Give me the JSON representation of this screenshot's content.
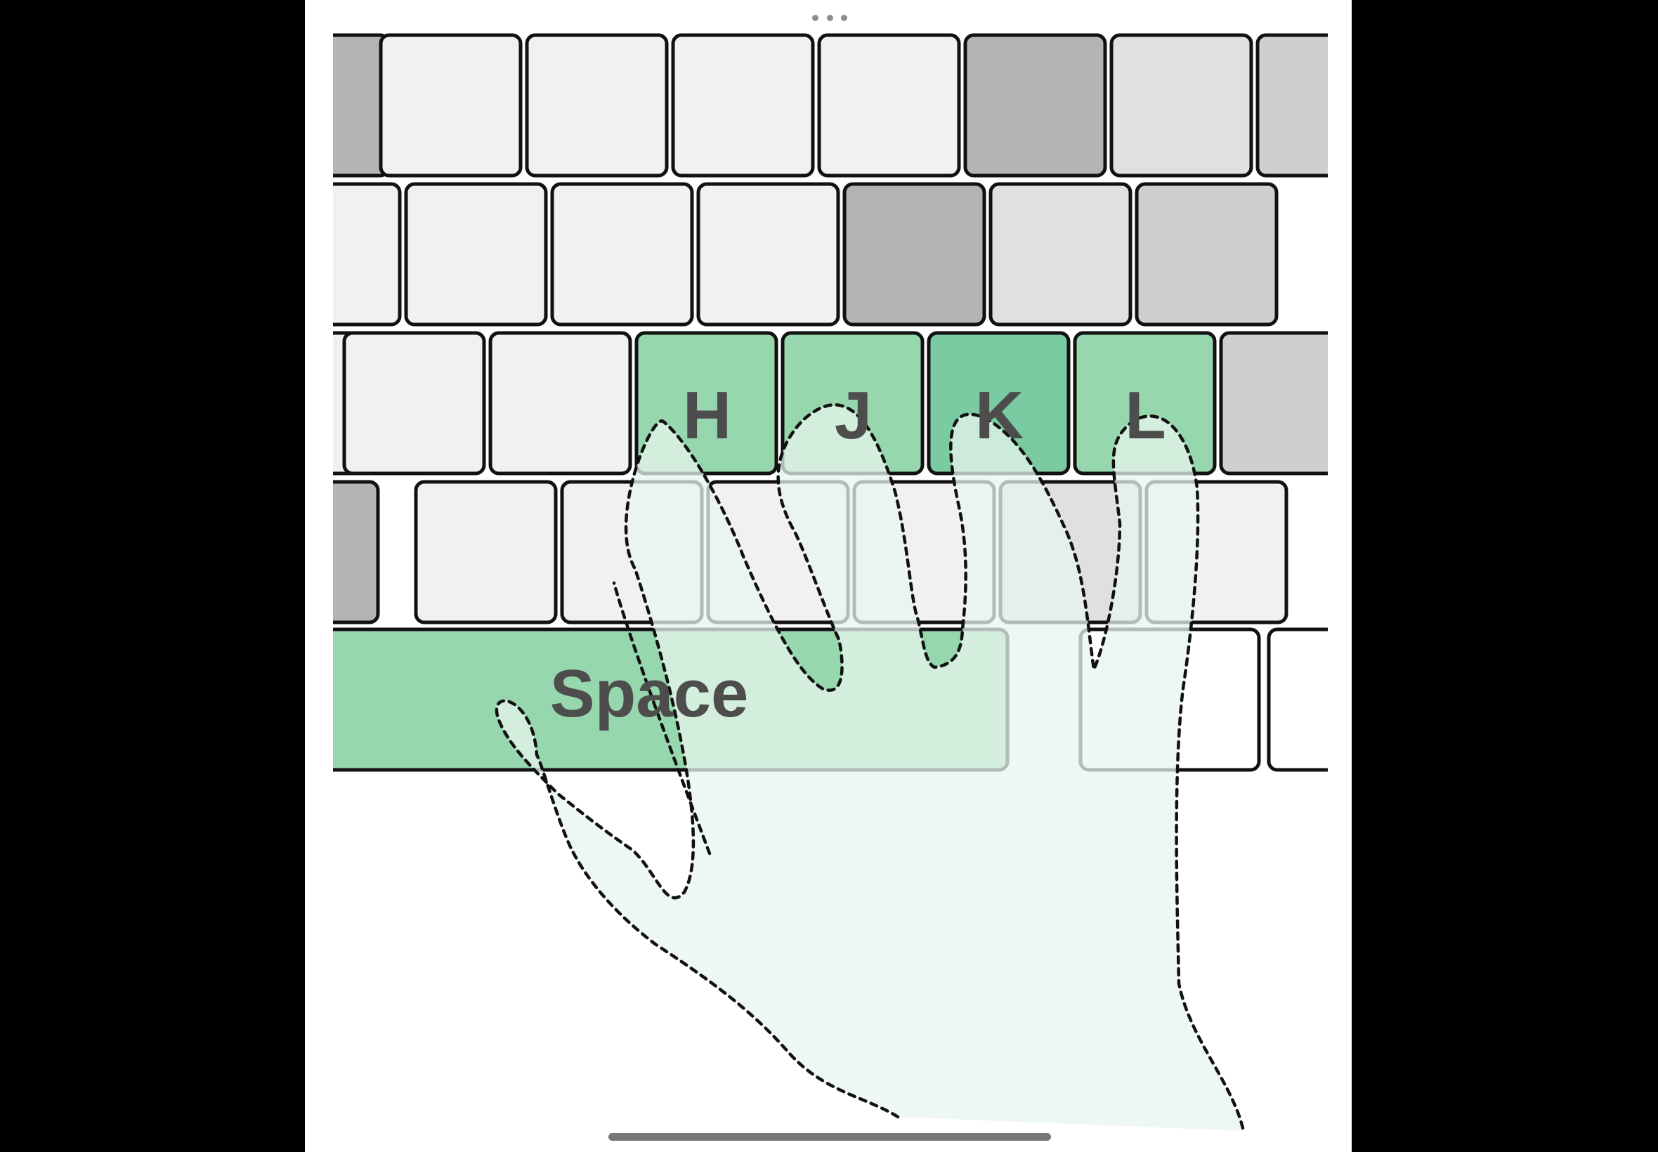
{
  "keyboard": {
    "keys": [
      {
        "label": "H",
        "color": "#96d7ae",
        "text_color": "#4d4d4d"
      },
      {
        "label": "J",
        "color": "#96d7ae",
        "text_color": "#4d4d4d"
      },
      {
        "label": "K",
        "color": "#7acba1",
        "text_color": "#4d4d4d"
      },
      {
        "label": "L",
        "color": "#96d7ae",
        "text_color": "#4d4d4d"
      },
      {
        "label": "Space",
        "color": "#96d7ae",
        "text_color": "#4d4d4d"
      }
    ],
    "colors": {
      "light_key": "#f1f1f1",
      "gray_key": "#b4b4b4",
      "mid_key": "#e0e0e0",
      "pale_key": "#cfcfcf",
      "highlight_green": "#96d7ae",
      "highlight_dark_green": "#7acba1",
      "hand_fill": "#e8f6ed",
      "outline": "#111111"
    }
  },
  "hand_overlay": {
    "icon": "right-hand-outline-icon"
  },
  "system": {
    "top": "multitasking-dots-icon",
    "bottom": "home-indicator-icon"
  }
}
